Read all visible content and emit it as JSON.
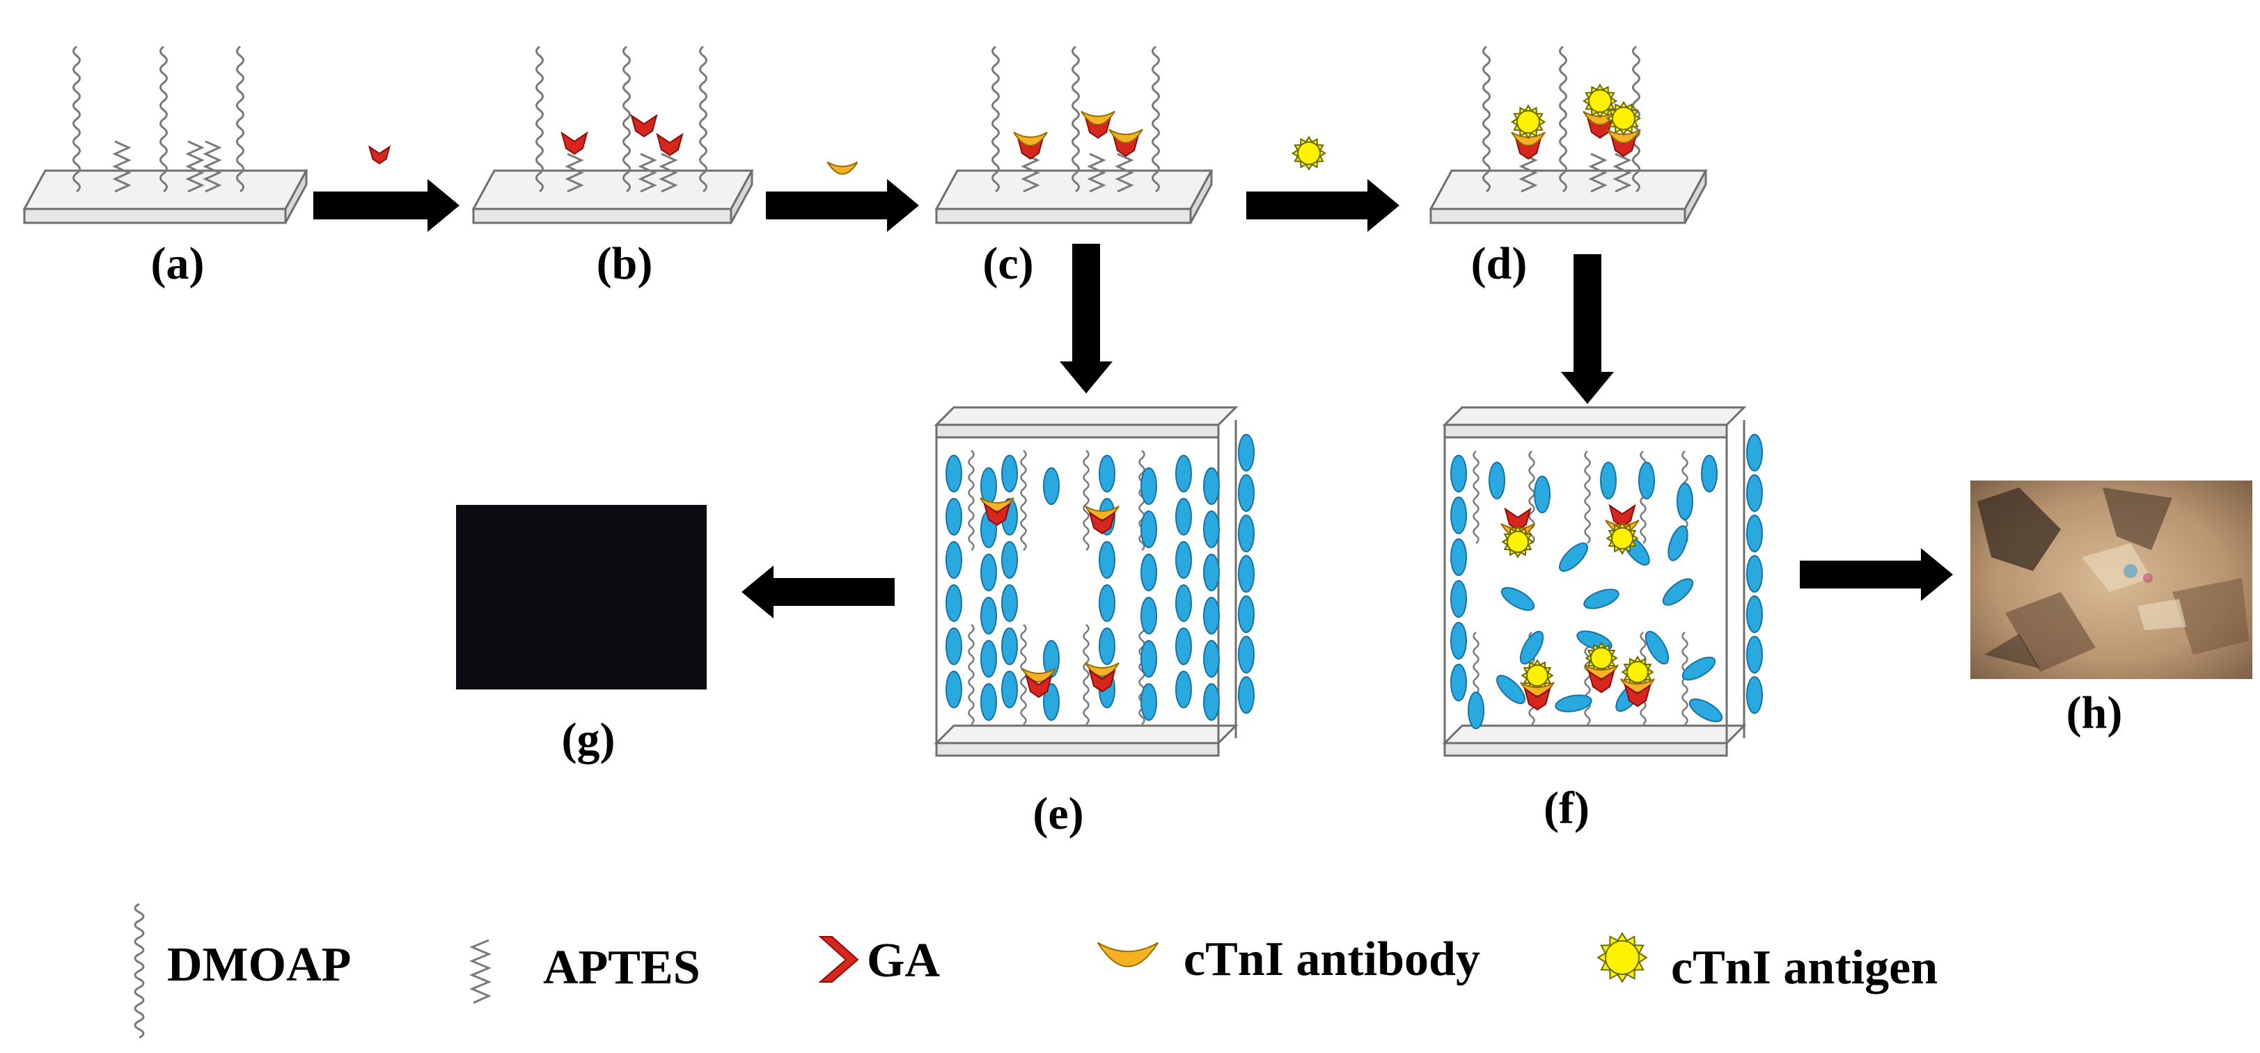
{
  "panels": {
    "a": "(a)",
    "b": "(b)",
    "c": "(c)",
    "d": "(d)",
    "e": "(e)",
    "f": "(f)",
    "g": "(g)",
    "h": "(h)"
  },
  "legend": {
    "dmoap": "DMOAP",
    "aptes": "APTES",
    "ga": "GA",
    "antibody": "cTnI antibody",
    "antigen": "cTnI antigen"
  },
  "colors": {
    "slide_fill": "#f2f2f2",
    "slide_edge": "#6f6f6f",
    "chain": "#7a7a7a",
    "ga": "#d7261e",
    "antibody": "#f5b323",
    "antigen": "#fff200",
    "lc": "#29a9e0",
    "arrow": "#000000",
    "dark_image": "#0b0b12",
    "bright_image": "#c8a880"
  }
}
